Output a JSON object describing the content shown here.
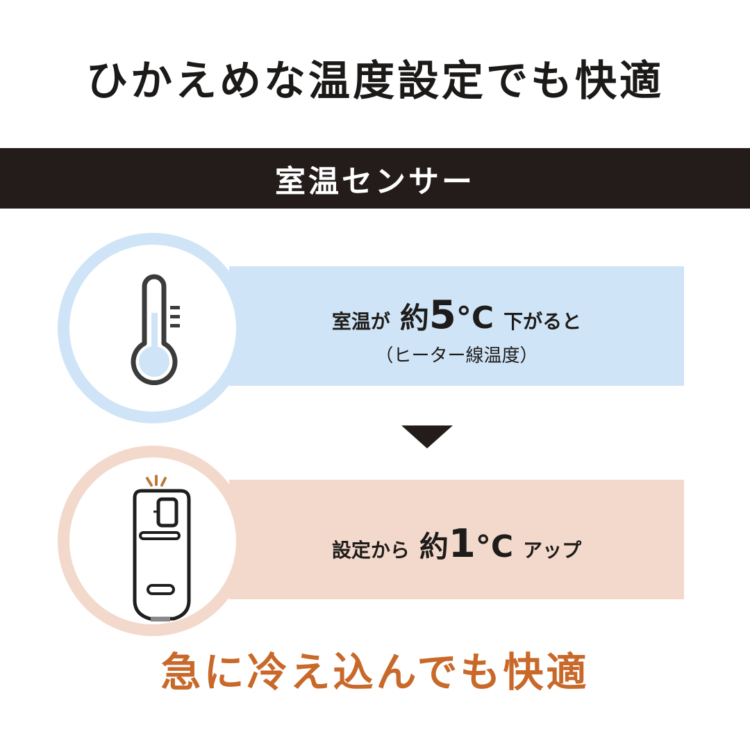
{
  "headline": "ひかえめな温度設定でも快適",
  "band": {
    "label": "室温センサー"
  },
  "step1": {
    "icon": "thermometer-icon",
    "prefix": "室温が",
    "approx": "約",
    "number": "5",
    "unit": "°C",
    "suffix": "下がると",
    "note": "（ヒーター線温度）",
    "color": "#cfe4f6"
  },
  "arrow": {
    "icon": "down-triangle-icon"
  },
  "step2": {
    "icon": "heater-device-icon",
    "prefix": "設定から",
    "approx": "約",
    "number": "1",
    "unit": "°C",
    "suffix": "アップ",
    "color": "#f3d9cb"
  },
  "footer": {
    "text": "急に冷え込んでも快適",
    "color": "#c8692a"
  }
}
